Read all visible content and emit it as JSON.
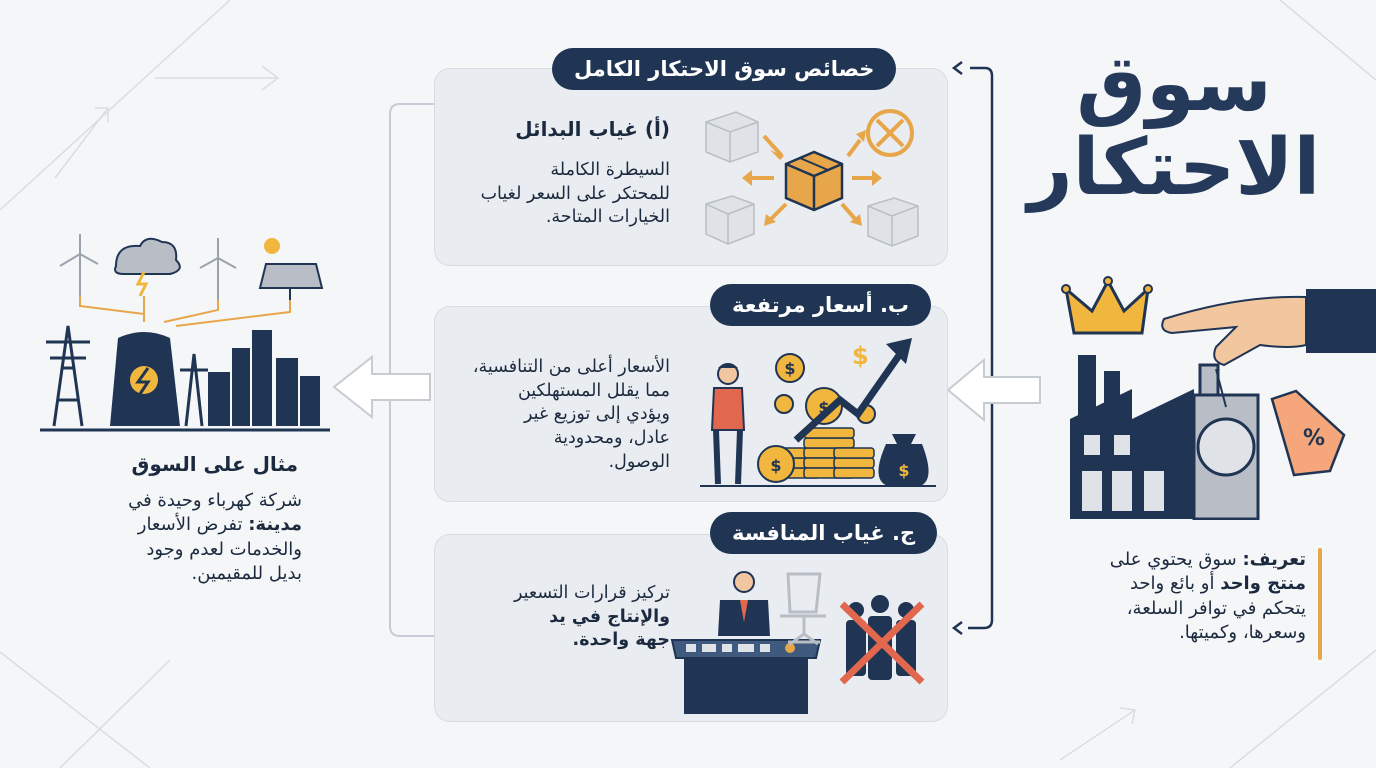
{
  "title": "سوق الاحتكار",
  "features": {
    "header": "خصائص سوق الاحتكار الكامل",
    "cards": [
      {
        "heading": "(أ) غياب البدائل",
        "text_lines": [
          "السيطرة الكاملة",
          "للمحتكر على السعر لغياب",
          "الخيارات المتاحة."
        ]
      },
      {
        "header": "ب. أسعار مرتفعة",
        "text_lines": [
          "الأسعار أعلى من التنافسية،",
          "مما يقلل المستهلكين",
          "ويؤدي إلى توزيع غير",
          "عادل، ومحدودية",
          "الوصول."
        ]
      },
      {
        "header": "ج. غياب المنافسة",
        "text_lines": [
          "تركيز قرارات التسعير",
          "والإنتاج في يد",
          "جهة واحدة."
        ],
        "bold_lines": [
          "والإنتاج في يد",
          "جهة واحدة."
        ]
      }
    ]
  },
  "definition": {
    "label": "تعريف:",
    "line1_rest": "سوق يحتوي على",
    "line2_bold": "منتج واحد",
    "line2_rest": "أو بائع واحد",
    "lines": [
      "يتحكم في توافر السلعة،",
      "وسعرها، وكميتها."
    ]
  },
  "example": {
    "title": "مثال على السوق",
    "line1": "شركة كهرباء وحيدة في",
    "line2_bold": "مدينة:",
    "line2_rest": "تفرض الأسعار",
    "line3": "والخدمات لعدم وجود",
    "line4": "بديل للمقيمين."
  },
  "icons": {
    "crown": "crown-icon",
    "hand_price_tag": "hand-price-tag-icon",
    "factory": "factory-icon",
    "box_center": "box-icon",
    "box_grey": "box-icon",
    "x_circle": "x-circle-icon",
    "coins": "coins-icon",
    "growth_arrow": "trend-up-arrow-icon",
    "money_bag": "money-bag-icon",
    "thinking_person": "person-thinking-icon",
    "businessman_console": "businessman-control-panel-icon",
    "empty_chair": "chair-icon",
    "crossed_crowd": "crossed-competitors-icon",
    "power_plant": "power-plant-icon",
    "wind_turbine": "wind-turbine-icon",
    "storm_cloud": "storm-cloud-icon",
    "solar_panel": "solar-panel-icon",
    "pylon": "electric-pylon-icon",
    "city": "city-skyline-icon"
  },
  "colors": {
    "navy": "#1f3553",
    "orange": "#e8a64a",
    "coral": "#e2674f",
    "card": "#e9ecf0"
  }
}
